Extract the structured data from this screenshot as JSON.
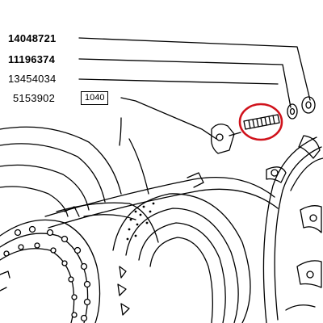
{
  "callouts": {
    "part_1": "14048721",
    "part_2": "11196374",
    "part_3": "13454034",
    "part_4": "5153902",
    "ref_box": "1040"
  },
  "highlight": {
    "target": "threaded-stud",
    "color": "#d0121b"
  },
  "drawing_style": {
    "line_color": "#000000",
    "background": "#ffffff"
  }
}
